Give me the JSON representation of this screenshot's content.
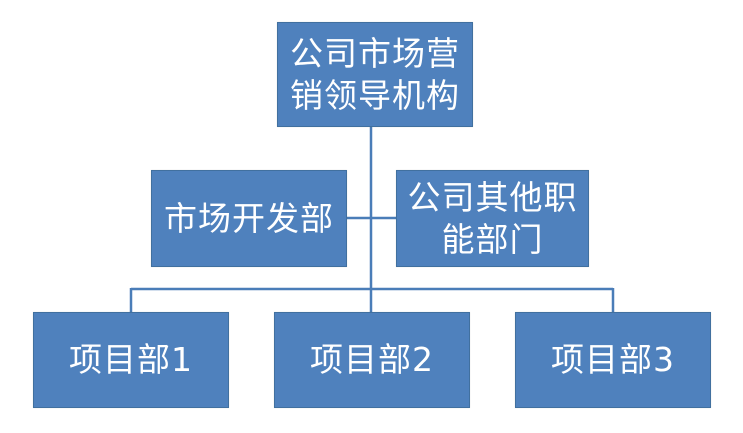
{
  "org_chart": {
    "top": {
      "line1": "公司市场营",
      "line2": "销领导机构"
    },
    "assistants": [
      {
        "line1": "市场开发部",
        "line2": ""
      },
      {
        "line1": "公司其他职",
        "line2": "能部门"
      }
    ],
    "children": [
      {
        "label": "项目部1"
      },
      {
        "label": "项目部2"
      },
      {
        "label": "项目部3"
      }
    ]
  },
  "colors": {
    "node_fill": "#4f81bd",
    "node_text": "#ffffff",
    "connector": "#4a7db8"
  }
}
